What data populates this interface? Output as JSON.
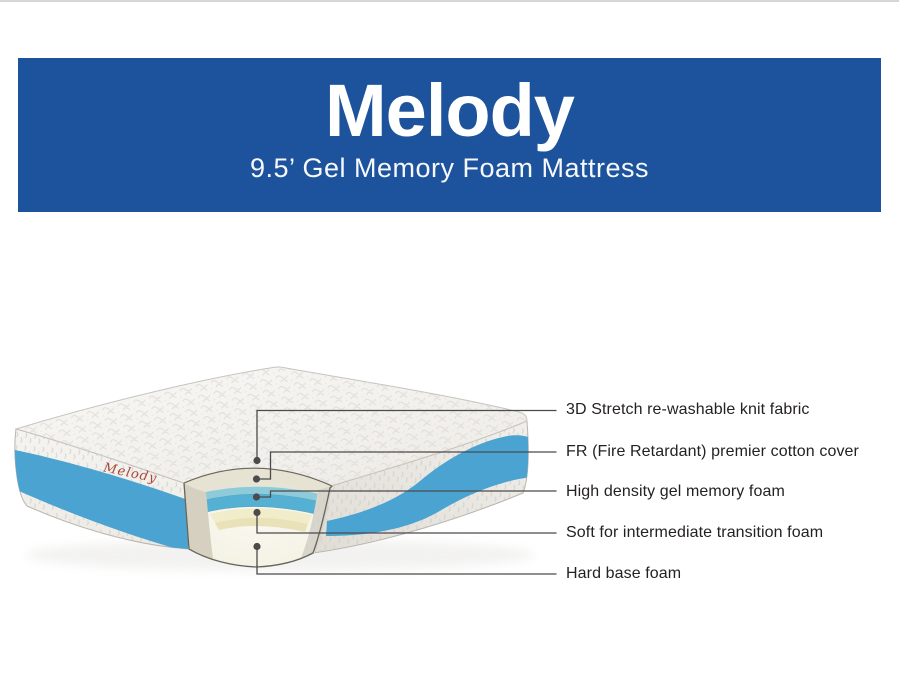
{
  "page": {
    "background": "#ffffff",
    "top_border_color": "#d6d6d6"
  },
  "banner": {
    "background": "#1d539c",
    "title": "Melody",
    "subtitle": "9.5’ Gel Memory Foam Mattress",
    "text_color": "#ffffff"
  },
  "mattress": {
    "brand_logo": "Melody",
    "colors": {
      "logo_red": "#a84a3c",
      "band_blue": "#4ba3d1",
      "fabric_white": "#f3f2ef",
      "gel_blue_top": "#8ecbda",
      "gel_blue_front": "#55b1d4",
      "transition_yellow_top": "#f1ecc9",
      "transition_yellow_front": "#e9e2b8",
      "base_cream": "#f6f4e9",
      "cut_wall_tan": "#d5d0bf",
      "outline": "#67655c"
    }
  },
  "diagram": {
    "line_color": "#4c4a4b",
    "label_color": "#252122",
    "labels": [
      {
        "text": "3D Stretch re-washable knit fabric"
      },
      {
        "text": "FR (Fire Retardant) premier cotton cover"
      },
      {
        "text": "High density gel memory foam"
      },
      {
        "text": "Soft for intermediate transition foam"
      },
      {
        "text": "Hard base foam"
      }
    ]
  }
}
